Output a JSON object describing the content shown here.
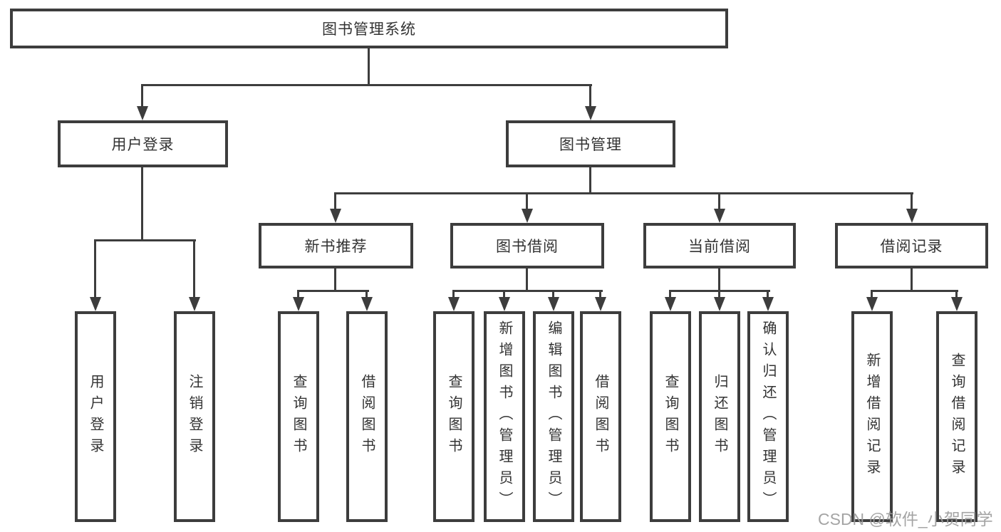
{
  "tree": {
    "root": {
      "label": "图书管理系统"
    },
    "children": [
      {
        "label": "用户登录",
        "children": [
          {
            "label": "用户登录"
          },
          {
            "label": "注销登录"
          }
        ]
      },
      {
        "label": "图书管理",
        "children": [
          {
            "label": "新书推荐",
            "children": [
              {
                "label": "查询图书"
              },
              {
                "label": "借阅图书"
              }
            ]
          },
          {
            "label": "图书借阅",
            "children": [
              {
                "label": "查询图书"
              },
              {
                "label": "新增图书（管理员）"
              },
              {
                "label": "编辑图书（管理员）"
              },
              {
                "label": "借阅图书"
              }
            ]
          },
          {
            "label": "当前借阅",
            "children": [
              {
                "label": "查询图书"
              },
              {
                "label": "归还图书"
              },
              {
                "label": "确认归还（管理员）"
              }
            ]
          },
          {
            "label": "借阅记录",
            "children": [
              {
                "label": "新增借阅记录"
              },
              {
                "label": "查询借阅记录"
              }
            ]
          }
        ]
      }
    ]
  },
  "watermark": {
    "text": "CSDN @软件_小贺同学"
  },
  "colors": {
    "line": "#3d3d3d",
    "text": "#333333",
    "background": "#ffffff",
    "watermark": "#9c9c9c"
  }
}
